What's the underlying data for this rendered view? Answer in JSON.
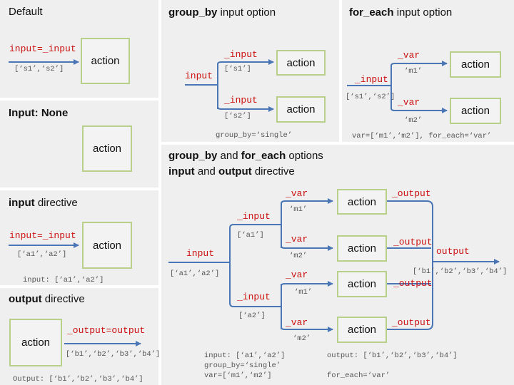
{
  "colors": {
    "accent_red": "#cc1111",
    "arrow_blue": "#4a76b6",
    "box_border": "#b9d08a",
    "panel_bg": "#efefef"
  },
  "default": {
    "title": "Default",
    "input": "input=_input",
    "list": "[‘s1’,‘s2’]",
    "action": "action"
  },
  "input_none": {
    "title": "Input: None",
    "action": "action"
  },
  "input_directive": {
    "title_bold": "input",
    "title_rest": " directive",
    "input": "input=_input",
    "list": "[‘a1’,‘a2’]",
    "action": "action",
    "note": "input: [‘a1’,‘a2’]"
  },
  "output_directive": {
    "title_bold": "output",
    "title_rest": " directive",
    "action": "action",
    "output": "_output=output",
    "list": "[‘b1’,‘b2’,‘b3’,‘b4’]",
    "note": "Output: [‘b1’,‘b2’,‘b3’,‘b4’]"
  },
  "group_by": {
    "title_bold": "group_by",
    "title_rest": " input option",
    "input": "input",
    "branch1_label": "_input",
    "branch1_list": "[‘s1’]",
    "branch2_label": "_input",
    "branch2_list": "[‘s2’]",
    "action1": "action",
    "action2": "action",
    "note": "group_by=‘single’"
  },
  "for_each": {
    "title_bold": "for_each",
    "title_rest": " input option",
    "input": "_input",
    "list": "[‘s1’,‘s2’]",
    "branch1_label": "_var",
    "branch1_val": "‘m1’",
    "branch2_label": "_var",
    "branch2_val": "‘m2’",
    "action1": "action",
    "action2": "action",
    "note": "var=[‘m1’,‘m2’], for_each=‘var’"
  },
  "combined": {
    "title1_bold_a": "group_by",
    "title1_mid": " and ",
    "title1_bold_b": "for_each",
    "title1_end": " options",
    "title2_bold_a": "input",
    "title2_mid": " and ",
    "title2_bold_b": "output",
    "title2_end": " directive",
    "input": "input",
    "input_list": "[‘a1’,‘a2’]",
    "group1_label": "_input",
    "group1_list": "[‘a1’]",
    "group2_label": "_input",
    "group2_list": "[‘a2’]",
    "var_label": "_var",
    "var_m1": "‘m1’",
    "var_m2": "‘m2’",
    "action": "action",
    "output_label": "_output",
    "output": "output",
    "output_list": "[‘b1’,‘b2’,‘b3’,‘b4’]",
    "note_input": "input: [‘a1’,‘a2’]",
    "note_group": "group_by=‘single’",
    "note_var": "var=[‘m1’,‘m2’]",
    "note_output": "output: [‘b1’,‘b2’,‘b3’,‘b4’]",
    "note_for_each": "for_each=‘var’"
  }
}
